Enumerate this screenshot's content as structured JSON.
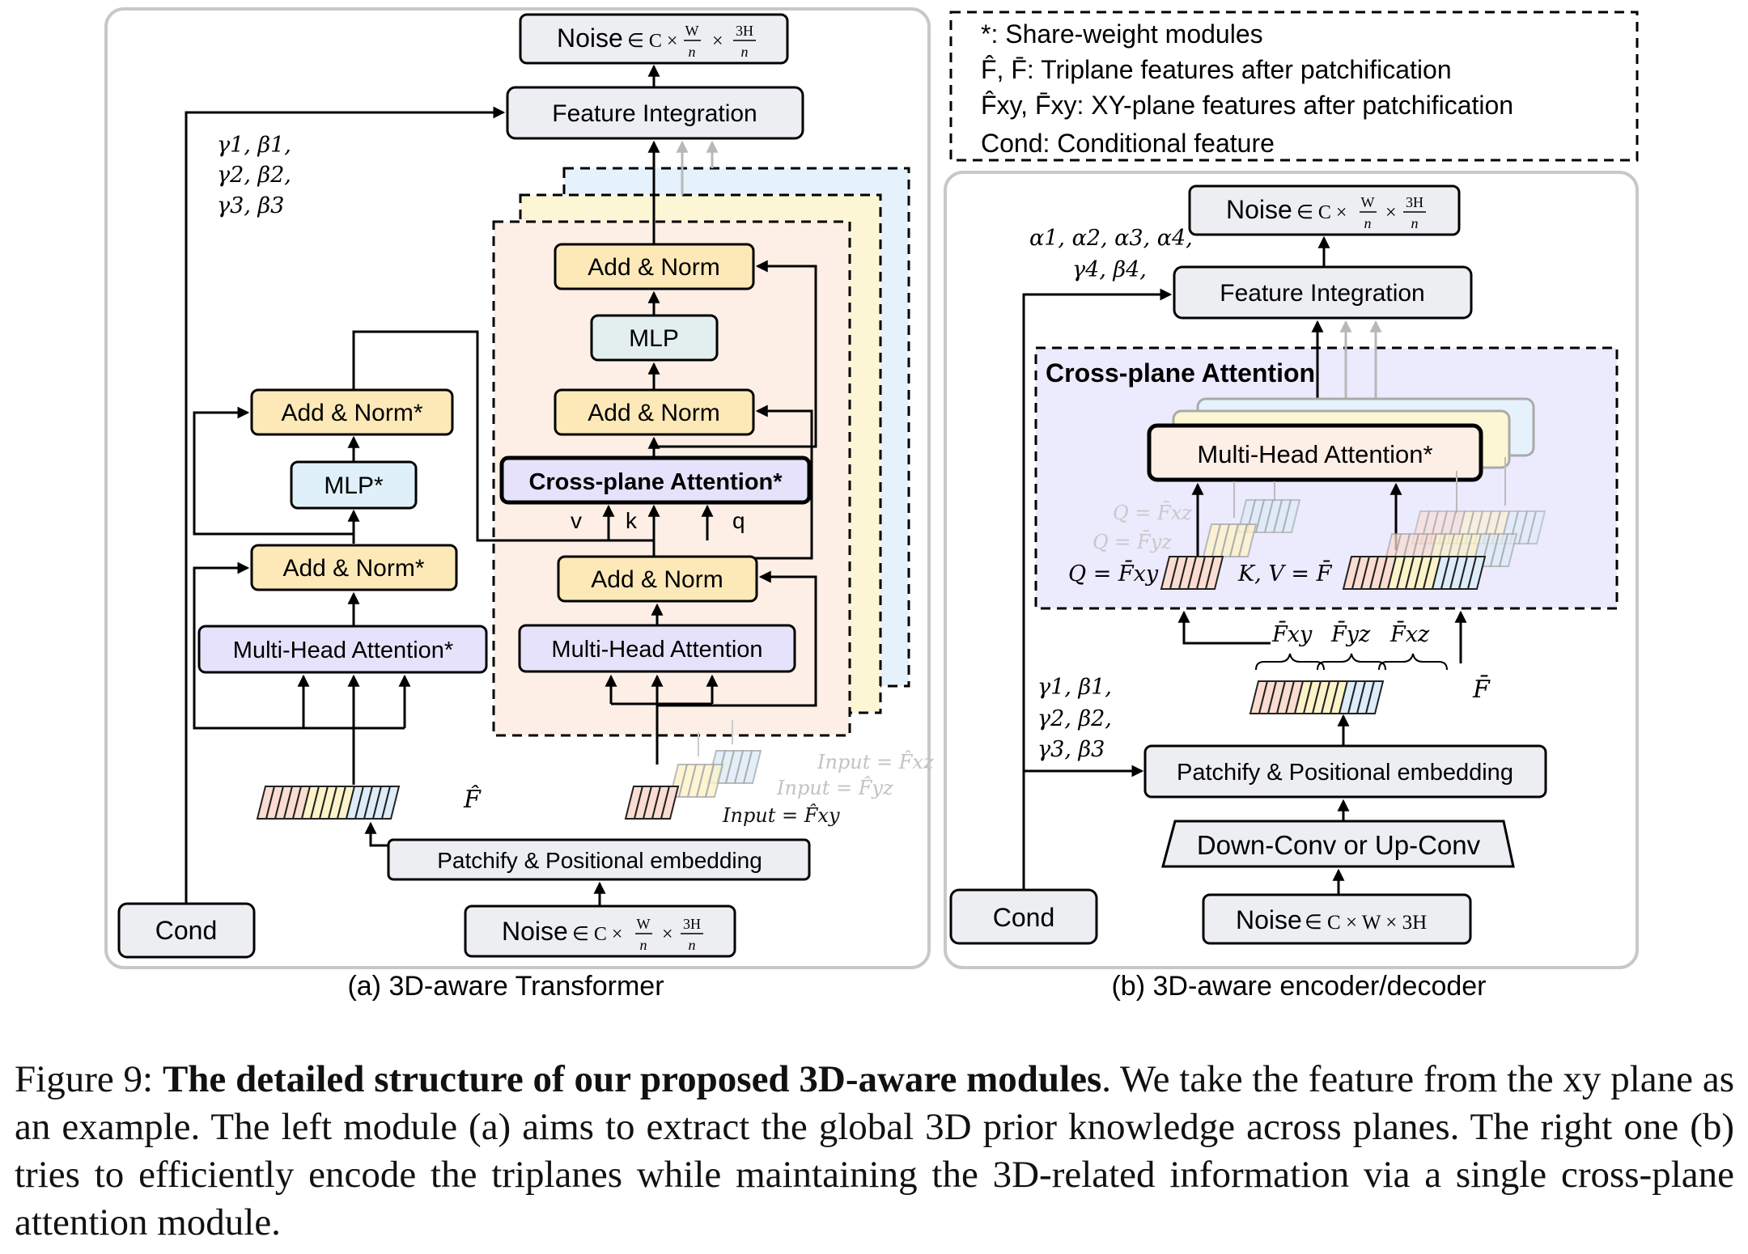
{
  "legend": {
    "line1": "*: Share-weight modules",
    "line2": "F̂, F̄: Triplane features after patchification",
    "line3": "F̂xy, F̄xy: XY-plane features after patchification",
    "line4": "Cond: Conditional feature"
  },
  "left": {
    "subtitle": "(a) 3D-aware Transformer",
    "noise_out": "Noise ∈ C × W/n × 3H/n",
    "noise_out_main": "Noise",
    "noise_out_dim": "∈ C ×",
    "noise_in_main": "Noise",
    "noise_in_dim": "∈ C ×",
    "feature_integration": "Feature Integration",
    "gamma_beta": [
      "γ1, β1,",
      "γ2, β2,",
      "γ3, β3"
    ],
    "add_norm_star_top": "Add & Norm*",
    "mlp_star": "MLP*",
    "add_norm_star_bottom": "Add & Norm*",
    "mha_star": "Multi-Head Attention*",
    "add_norm_1": "Add & Norm",
    "mlp": "MLP",
    "add_norm_2": "Add & Norm",
    "cross_plane_attention": "Cross-plane Attention*",
    "v": "v",
    "k": "k",
    "q": "q",
    "add_norm_3": "Add & Norm",
    "mha": "Multi-Head Attention",
    "patchify": "Patchify & Positional embedding",
    "cond": "Cond",
    "f_hat": "F̂",
    "input_xz": "Input = F̂xz",
    "input_yz": "Input = F̂yz",
    "input_xy": "Input = F̂xy"
  },
  "right": {
    "subtitle": "(b) 3D-aware encoder/decoder",
    "noise_out_main": "Noise",
    "noise_out_dim": "∈ C ×",
    "feature_integration": "Feature Integration",
    "alpha_gamma": [
      "α1, α2, α3, α4,",
      "γ4, β4,"
    ],
    "cross_plane_title": "Cross-plane Attention",
    "mha_star": "Multi-Head Attention*",
    "q_xz": "Q = F̄xz",
    "q_yz": "Q = F̄yz",
    "q_xy": "Q = F̄xy",
    "kv": "K, V = F̄",
    "f_xy": "F̄xy",
    "f_yz": "F̄yz",
    "f_xz": "F̄xz",
    "f_bar": "F̄",
    "gamma_beta": [
      "γ1, β1,",
      "γ2, β2,",
      "γ3, β3"
    ],
    "patchify": "Patchify & Positional embedding",
    "downconv": "Down-Conv or Up-Conv",
    "noise_in_main": "Noise",
    "noise_in_dim": "∈ C × W × 3H",
    "cond": "Cond"
  },
  "caption": {
    "prefix": "Figure 9: ",
    "bold": "The detailed structure of our proposed 3D-aware modules",
    "rest": ". We take the feature from the xy plane as an example. The left module (a) aims to extract the global 3D prior knowledge across planes. The right one (b) tries to efficiently encode the triplanes while maintaining the 3D-related information via a single cross-plane attention module."
  },
  "colors": {
    "gray_box": "#eceef2",
    "yellow_box": "#fde9b8",
    "purple_box": "#e6e2fb",
    "blue_box": "#dff0fa",
    "teal_box": "#e3efee",
    "peach_panel": "#fdefe6",
    "yellow_panel": "#fdf6d4",
    "blue_panel": "#e6f2fb",
    "lavender_panel": "#eceafd"
  }
}
